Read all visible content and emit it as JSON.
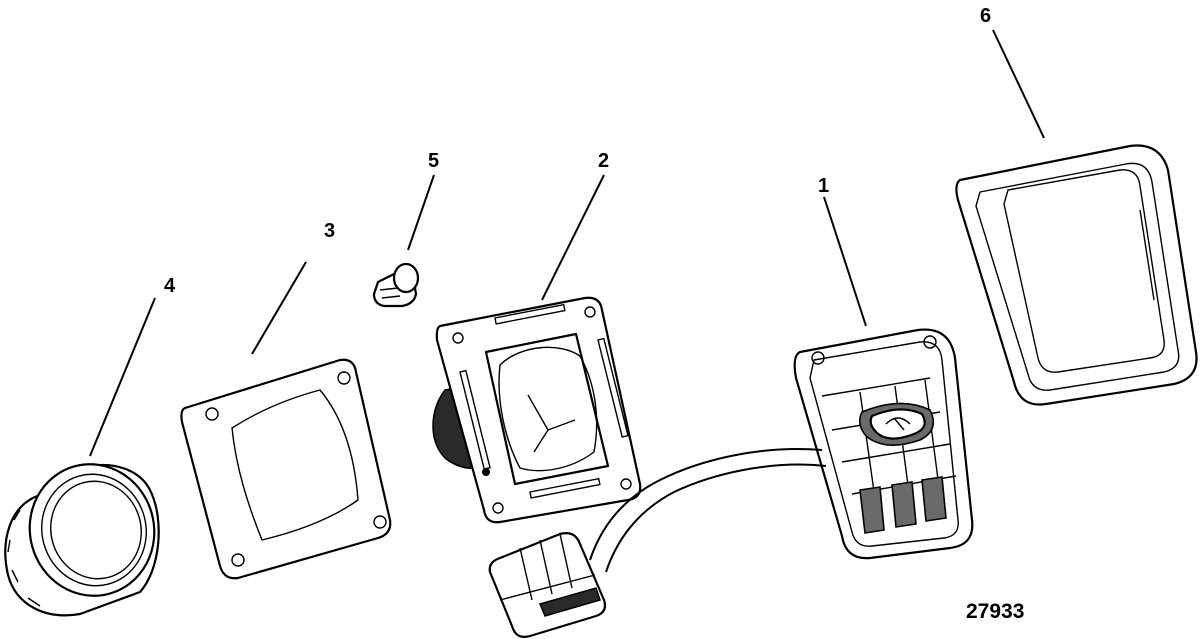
{
  "figure_id": "27933",
  "callouts": [
    {
      "id": "1",
      "text": "1"
    },
    {
      "id": "2",
      "text": "2"
    },
    {
      "id": "3",
      "text": "3"
    },
    {
      "id": "4",
      "text": "4"
    },
    {
      "id": "5",
      "text": "5"
    },
    {
      "id": "6",
      "text": "6"
    }
  ],
  "parts": [
    {
      "callout": "1",
      "icon": "control-panel-with-harness"
    },
    {
      "callout": "2",
      "icon": "mounting-bracket"
    },
    {
      "callout": "3",
      "icon": "gasket"
    },
    {
      "callout": "4",
      "icon": "retaining-nut"
    },
    {
      "callout": "5",
      "icon": "clip"
    },
    {
      "callout": "6",
      "icon": "cover"
    }
  ]
}
